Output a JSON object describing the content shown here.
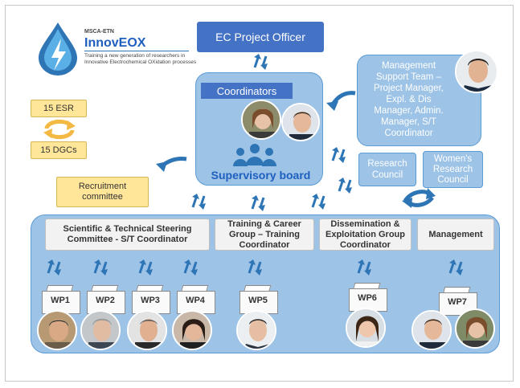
{
  "logo": {
    "small": "MSCA-ETN",
    "title": "InnovEOX",
    "subtitle_line1": "Training a new generation of researchers in",
    "subtitle_line2": "Innovative Electrochemical OXidation processes"
  },
  "ec_officer": "EC Project Officer",
  "coordinators": "Coordinators",
  "supervisory_board": "Supervisory board",
  "management_support": [
    "Management",
    "Support Team –",
    "Project Manager,",
    "Expl. & Dis",
    "Manager, Admin.",
    "Manager, S/T",
    "Coordinator"
  ],
  "research_council": [
    "Research",
    "Council"
  ],
  "womens_council": [
    "Women's",
    "Research",
    "Council"
  ],
  "esr": "15 ESR",
  "dgc": "15 DGCs",
  "recruitment": [
    "Recruitment",
    "committee"
  ],
  "groups": [
    {
      "lines": [
        "Scientific & Technical Steering",
        "Committee - S/T Coordinator"
      ]
    },
    {
      "lines": [
        "Training & Career",
        "Group – Training",
        "Coordinator"
      ]
    },
    {
      "lines": [
        "Dissemination &",
        "Exploitation Group",
        "Coordinator"
      ]
    },
    {
      "lines": [
        "Management"
      ]
    }
  ],
  "work_packages": [
    "WP1",
    "WP2",
    "WP3",
    "WP4",
    "WP5",
    "WP6",
    "WP7"
  ],
  "colors": {
    "blue_dark": "#4472c4",
    "blue_light": "#9dc3e6",
    "yellow": "#ffe699",
    "arrow": "#2e75b6",
    "cycle": "#f4b942"
  }
}
